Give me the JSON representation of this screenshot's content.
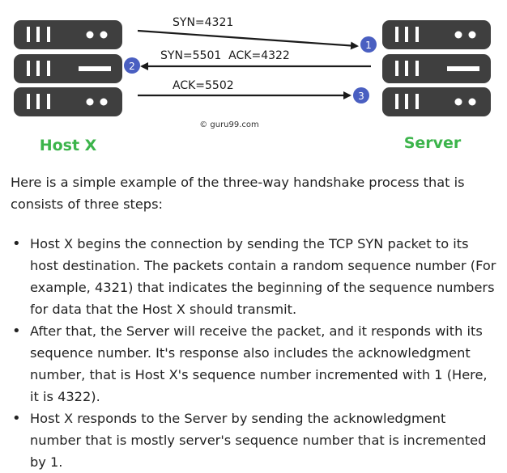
{
  "diagram": {
    "arrows": [
      {
        "label": "SYN=4321",
        "step": "1"
      },
      {
        "label": "SYN=5501  ACK=4322",
        "step": "2"
      },
      {
        "label": "ACK=5502",
        "step": "3"
      }
    ],
    "watermark": "© guru99.com",
    "host_label": "Host X",
    "server_label": "Server",
    "colors": {
      "server_box": "#3f3f3f",
      "label_green": "#3cb44b",
      "step_circle": "#4a5fc1",
      "arrow": "#1a1a1a"
    }
  },
  "article": {
    "intro": "Here is a simple example of the three-way handshake process that is consists of three steps:",
    "steps": [
      "Host X begins the connection by sending the TCP SYN packet to its host destination. The packets contain a random sequence number (For example, 4321) that indicates the beginning of the sequence numbers for data that the Host X should transmit.",
      "After that, the Server will receive the packet, and it responds with its sequence number. It's response also includes the acknowledgment number, that is Host X's sequence number incremented with 1 (Here, it is 4322).",
      "Host X responds to the Server by sending the acknowledgment number that is mostly server's sequence number that is incremented by 1."
    ]
  }
}
